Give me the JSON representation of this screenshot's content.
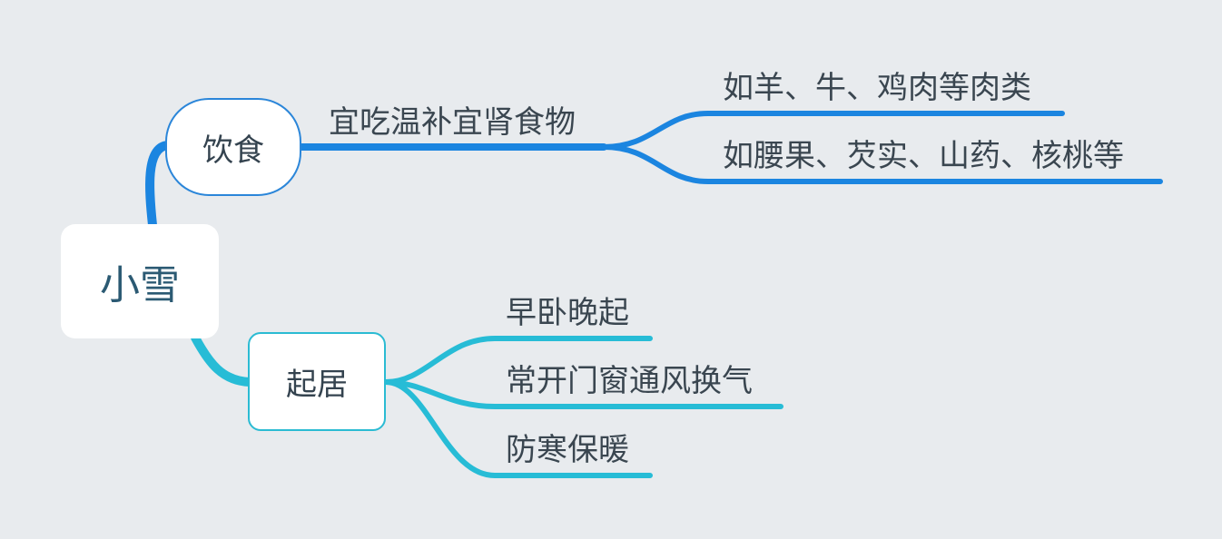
{
  "mindmap": {
    "root": "小雪",
    "colors": {
      "background": "#e8ebee",
      "diet_branch": "#1b85e0",
      "life_branch": "#27bcd6",
      "text": "#3a4650"
    },
    "diet": {
      "label": "饮食",
      "topic": "宜吃温补宜肾食物",
      "items": [
        "如羊、牛、鸡肉等肉类",
        "如腰果、芡实、山药、核桃等"
      ]
    },
    "life": {
      "label": "起居",
      "items": [
        "早卧晚起",
        "常开门窗通风换气",
        "防寒保暖"
      ]
    }
  }
}
